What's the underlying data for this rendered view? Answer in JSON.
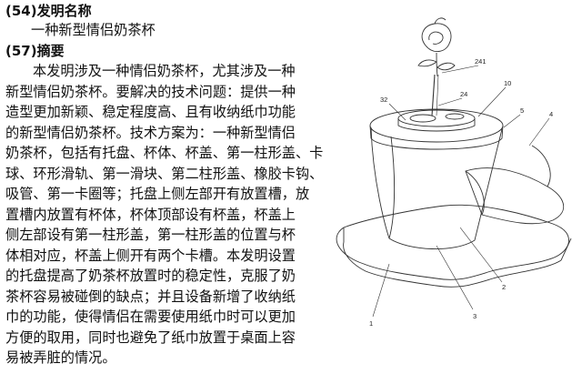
{
  "title_section": {
    "heading": "(54)发明名称",
    "name": "一种新型情侣奶茶杯"
  },
  "abstract_section": {
    "heading": "(57)摘要",
    "lines": [
      "本发明涉及一种情侣奶茶杯，尤其涉及一种",
      "新型情侣奶茶杯。要解决的技术问题：提供一种",
      "造型更加新颖、稳定程度高、且有收纳纸巾功能",
      "的新型情侣奶茶杯。技术方案为：一种新型情侣",
      "奶茶杯，包括有托盘、杯体、杯盖、第一柱形盖、卡",
      "球、环形滑轨、第一滑块、第二柱形盖、橡胶卡钩、",
      "吸管、第一卡圈等；托盘上侧左部开有放置槽，放",
      "置槽内放置有杯体，杯体顶部设有杯盖，杯盖上",
      "侧左部设有第一柱形盖，第一柱形盖的位置与杯",
      "体相对应，杯盖上侧开有两个卡槽。本发明设置",
      "的托盘提高了奶茶杯放置时的稳定性，克服了奶",
      "茶杯容易被碰倒的缺点；并且设备新增了收纳纸",
      "巾的功能，使得情侣在需要使用纸巾时可以更加",
      "方便的取用，同时也避免了纸巾放置于桌面上容",
      "易被弄脏的情况。"
    ]
  },
  "figure": {
    "labels": [
      "241",
      "24",
      "10",
      "32",
      "5",
      "4",
      "2",
      "1",
      "3"
    ]
  }
}
